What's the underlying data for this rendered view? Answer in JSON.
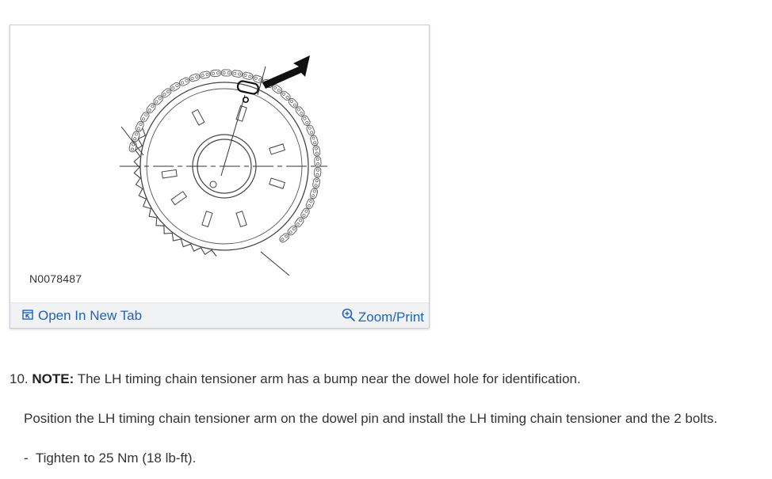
{
  "figure": {
    "id_label": "N0078487",
    "open_tab_label": "Open In New Tab",
    "zoom_print_label": "Zoom/Print",
    "icons": [
      "open-new-tab-icon",
      "zoom-in-icon"
    ],
    "accent_color": "#1f63b5"
  },
  "step": {
    "number": "10.",
    "note_label": "NOTE:",
    "note_text": "The LH timing chain tensioner arm has a bump near the dowel hole for identification.",
    "instruction": "Position the LH timing chain tensioner arm on the dowel pin and install the LH timing chain tensioner and the 2 bolts.",
    "bullet_marker": "-",
    "torque_text": "Tighten to 25 Nm (18 lb-ft)."
  }
}
